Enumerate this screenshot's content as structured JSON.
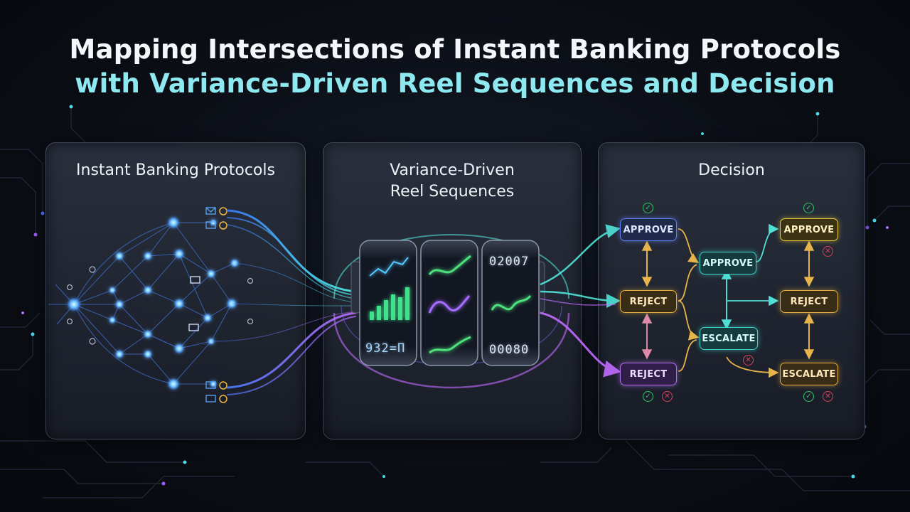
{
  "title": {
    "line1": "Mapping Intersections of Instant Banking Protocols",
    "line2": "with Variance-Driven Reel Sequences and Decision"
  },
  "panels": {
    "banking": {
      "title": "Instant Banking Protocols"
    },
    "reels": {
      "title_line1": "Variance-Driven",
      "title_line2": "Reel Sequences"
    },
    "decision": {
      "title": "Decision"
    }
  },
  "reels": {
    "reel3_top": "02007",
    "reel3_bottom": "00080",
    "reel1_bottom": "932=Π"
  },
  "decision_nodes": {
    "approve_left": "APPROVE",
    "reject_mid": "REJECT",
    "reject_bottom": "REJECT",
    "approve_center": "APPROVE",
    "escalate_center": "ESCALATE",
    "approve_right": "APPROVE",
    "reject_right": "REJECT",
    "escalate_right": "ESCALATE"
  },
  "marks": {
    "ok": "✓",
    "no": "✕"
  },
  "colors": {
    "accent_teal": "#8ee8f0",
    "flow_cyan": "#4fd8e6",
    "flow_purple": "#b46cf2",
    "approve": "#5f7ff0",
    "reject": "#e2a93c",
    "escalate": "#3fd1c8"
  }
}
